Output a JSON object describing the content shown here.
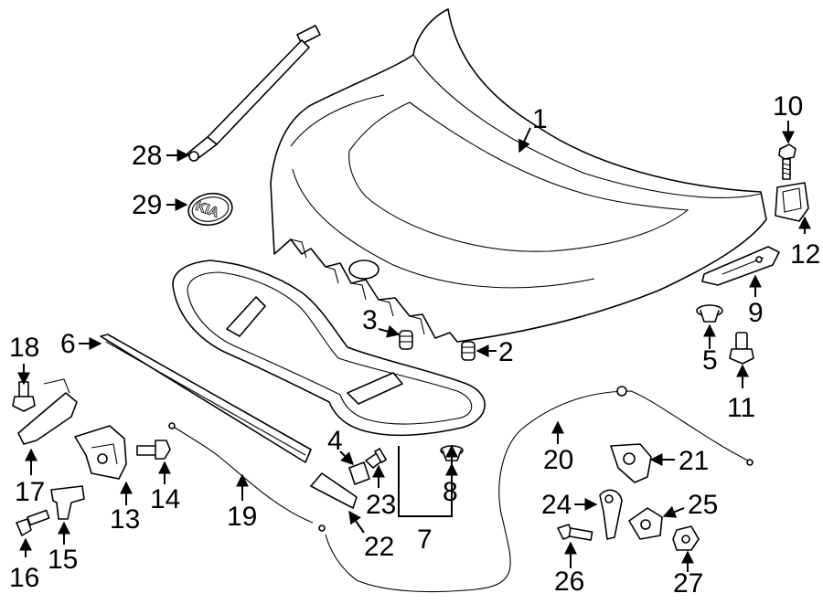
{
  "diagram": {
    "callouts": {
      "c1": "1",
      "c2": "2",
      "c3": "3",
      "c4": "4",
      "c5": "5",
      "c6": "6",
      "c7": "7",
      "c8": "8",
      "c9": "9",
      "c10": "10",
      "c11": "11",
      "c12": "12",
      "c13": "13",
      "c14": "14",
      "c15": "15",
      "c16": "16",
      "c17": "17",
      "c18": "18",
      "c19": "19",
      "c20": "20",
      "c21": "21",
      "c22": "22",
      "c23": "23",
      "c24": "24",
      "c25": "25",
      "c26": "26",
      "c27": "27",
      "c28": "28",
      "c29": "29"
    },
    "emblem_text": "KIA"
  }
}
